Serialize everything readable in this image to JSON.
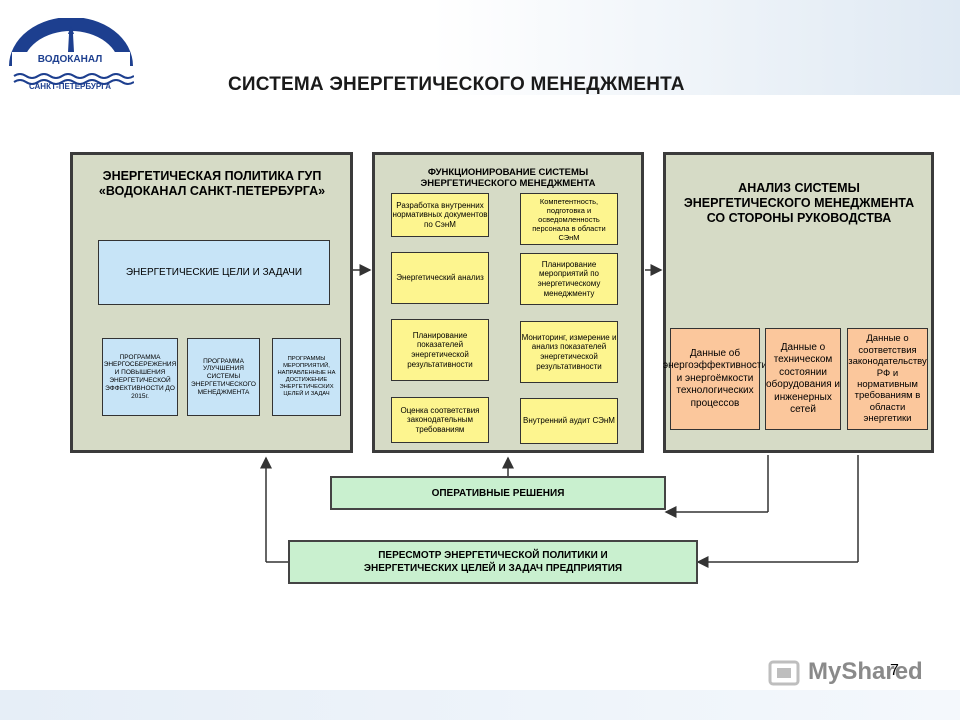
{
  "logo": {
    "name": "ВОДОКАНАЛ",
    "city": "САНКТ-ПЕТЕРБУРГА"
  },
  "title": "СИСТЕМА ЭНЕРГЕТИЧЕСКОГО МЕНЕДЖМЕНТА",
  "panels": {
    "policy": {
      "header": "ЭНЕРГЕТИЧЕСКАЯ ПОЛИТИКА ГУП «ВОДОКАНАЛ САНКТ-ПЕТЕРБУРГА»",
      "goals": "ЭНЕРГЕТИЧЕСКИЕ ЦЕЛИ И ЗАДАЧИ",
      "programs": [
        "ПРОГРАММА ЭНЕРГОСБЕРЕЖЕНИЯ И ПОВЫШЕНИЯ ЭНЕРГЕТИЧЕСКОЙ ЭФФЕКТИВНОСТИ ДО 2015г.",
        "ПРОГРАММА УЛУЧШЕНИЯ СИСТЕМЫ ЭНЕРГЕТИЧЕСКОГО МЕНЕДЖМЕНТА",
        "ПРОГРАММЫ МЕРОПРИЯТИЙ, НАПРАВЛЕННЫЕ НА ДОСТИЖЕНИЕ ЭНЕРГЕТИЧЕСКИХ ЦЕЛЕЙ И ЗАДАЧ"
      ]
    },
    "operation": {
      "header": "ФУНКЦИОНИРОВАНИЕ СИСТЕМЫ ЭНЕРГЕТИЧЕСКОГО МЕНЕДЖМЕНТА",
      "left_items": [
        "Разработка внутренних нормативных документов по СэнМ",
        "Энергетический анализ",
        "Планирование показателей энергетической результативности",
        "Оценка соответствия законодательным требованиям"
      ],
      "right_items": [
        "Компетентность, подготовка и осведомленность персонала в области СЭнМ",
        "Планирование мероприятий по энергетическому менеджменту",
        "Мониторинг, измерение и анализ показателей энергетической результативности",
        "Внутренний аудит СЭнМ"
      ]
    },
    "review": {
      "header": "АНАЛИЗ СИСТЕМЫ ЭНЕРГЕТИЧЕСКОГО МЕНЕДЖМЕНТА СО СТОРОНЫ РУКОВОДСТВА",
      "data_items": [
        "Данные об энергоэффективности и энергоёмкости технологических процессов",
        "Данные о техническом состоянии оборудования и инженерных сетей",
        "Данные о соответствия законодательству РФ и нормативным требованиям в области энергетики"
      ]
    }
  },
  "operational_decisions": "ОПЕРАТИВНЫЕ РЕШЕНИЯ",
  "policy_revision": "ПЕРЕСМОТР ЭНЕРГЕТИЧЕСКОЙ ПОЛИТИКИ И ЭНЕРГЕТИЧЕСКИХ ЦЕЛЕЙ И ЗАДАЧ ПРЕДПРИЯТИЯ",
  "page_number": "7",
  "watermark": "MyShared",
  "colors": {
    "panel_bg": "#d6dbc6",
    "blue_box": "#c7e4f7",
    "yellow_box": "#fdf58f",
    "orange_box": "#fbc79c",
    "green_box": "#c9f0cf",
    "brand": "#1d3f8f"
  }
}
